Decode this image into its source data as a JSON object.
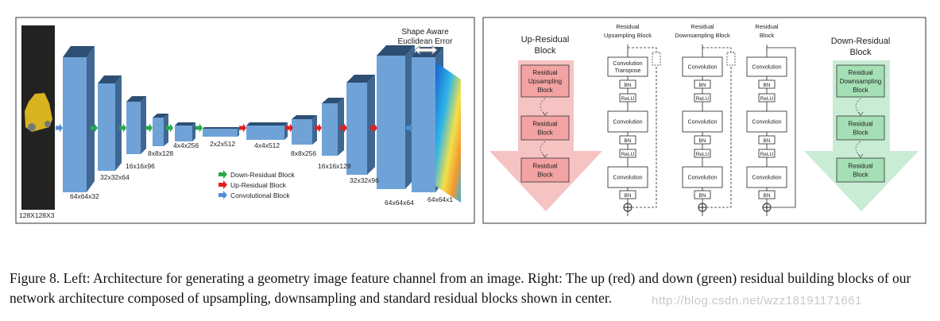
{
  "left_panel": {
    "layers": [
      {
        "label": "128X128X3"
      },
      {
        "label": "64x64x32"
      },
      {
        "label": "32x32x64"
      },
      {
        "label": "16x16x96"
      },
      {
        "label": "8x8x128"
      },
      {
        "label": "4x4x256"
      },
      {
        "label": "2x2x512"
      },
      {
        "label": "4x4x512"
      },
      {
        "label": "8x8x256"
      },
      {
        "label": "16x16x128"
      },
      {
        "label": "32x32x96"
      },
      {
        "label": "64x64x64"
      },
      {
        "label": "64x64x1"
      }
    ],
    "error_title_line1": "Shape Aware",
    "error_title_line2": "Euclidean Error",
    "legend": {
      "down": "Down-Residual Block",
      "up": "Up-Residual Block",
      "conv": "Convolutional Block"
    },
    "colors": {
      "down": "#2aa84a",
      "up": "#e02020",
      "conv": "#4f8fd6",
      "block": "#6fa3d8",
      "block_dark": "#2d4f73"
    }
  },
  "right_panel": {
    "up_title_line1": "Up-Residual",
    "up_title_line2": "Block",
    "up_boxes": [
      [
        "Residual",
        "Upsampling",
        "Block"
      ],
      [
        "Residual",
        "Block"
      ],
      [
        "Residual",
        "Block"
      ]
    ],
    "down_title_line1": "Down-Residual",
    "down_title_line2": "Block",
    "down_boxes": [
      [
        "Residual",
        "Downsampling",
        "Block"
      ],
      [
        "Residual",
        "Block"
      ],
      [
        "Residual",
        "Block"
      ]
    ],
    "columns": [
      {
        "title_line1": "Residual",
        "title_line2": "Upsampling Block",
        "first_conv_line1": "Convolution",
        "first_conv_line2": "Transpose"
      },
      {
        "title_line1": "Residual",
        "title_line2": "Downsampling Block",
        "first_conv_line1": "Convolution",
        "first_conv_line2": ""
      },
      {
        "title_line1": "Residual",
        "title_line2": "Block",
        "first_conv_line1": "Convolution",
        "first_conv_line2": ""
      }
    ],
    "conv_label": "Convolution",
    "bn_label": "BN",
    "relu_label": "ReLU",
    "colors": {
      "up_arrow": "#f6c3c3",
      "up_box": "#f3a3a3",
      "down_arrow": "#c9ecd4",
      "down_box": "#a5dfb5"
    }
  },
  "caption": "Figure 8. Left: Architecture for generating a geometry image feature channel from an image. Right: The up (red) and down (green) residual building blocks of our network architecture composed of upsampling, downsampling and standard residual blocks shown in center.",
  "watermark": "http://blog.csdn.net/wzz18191171661"
}
